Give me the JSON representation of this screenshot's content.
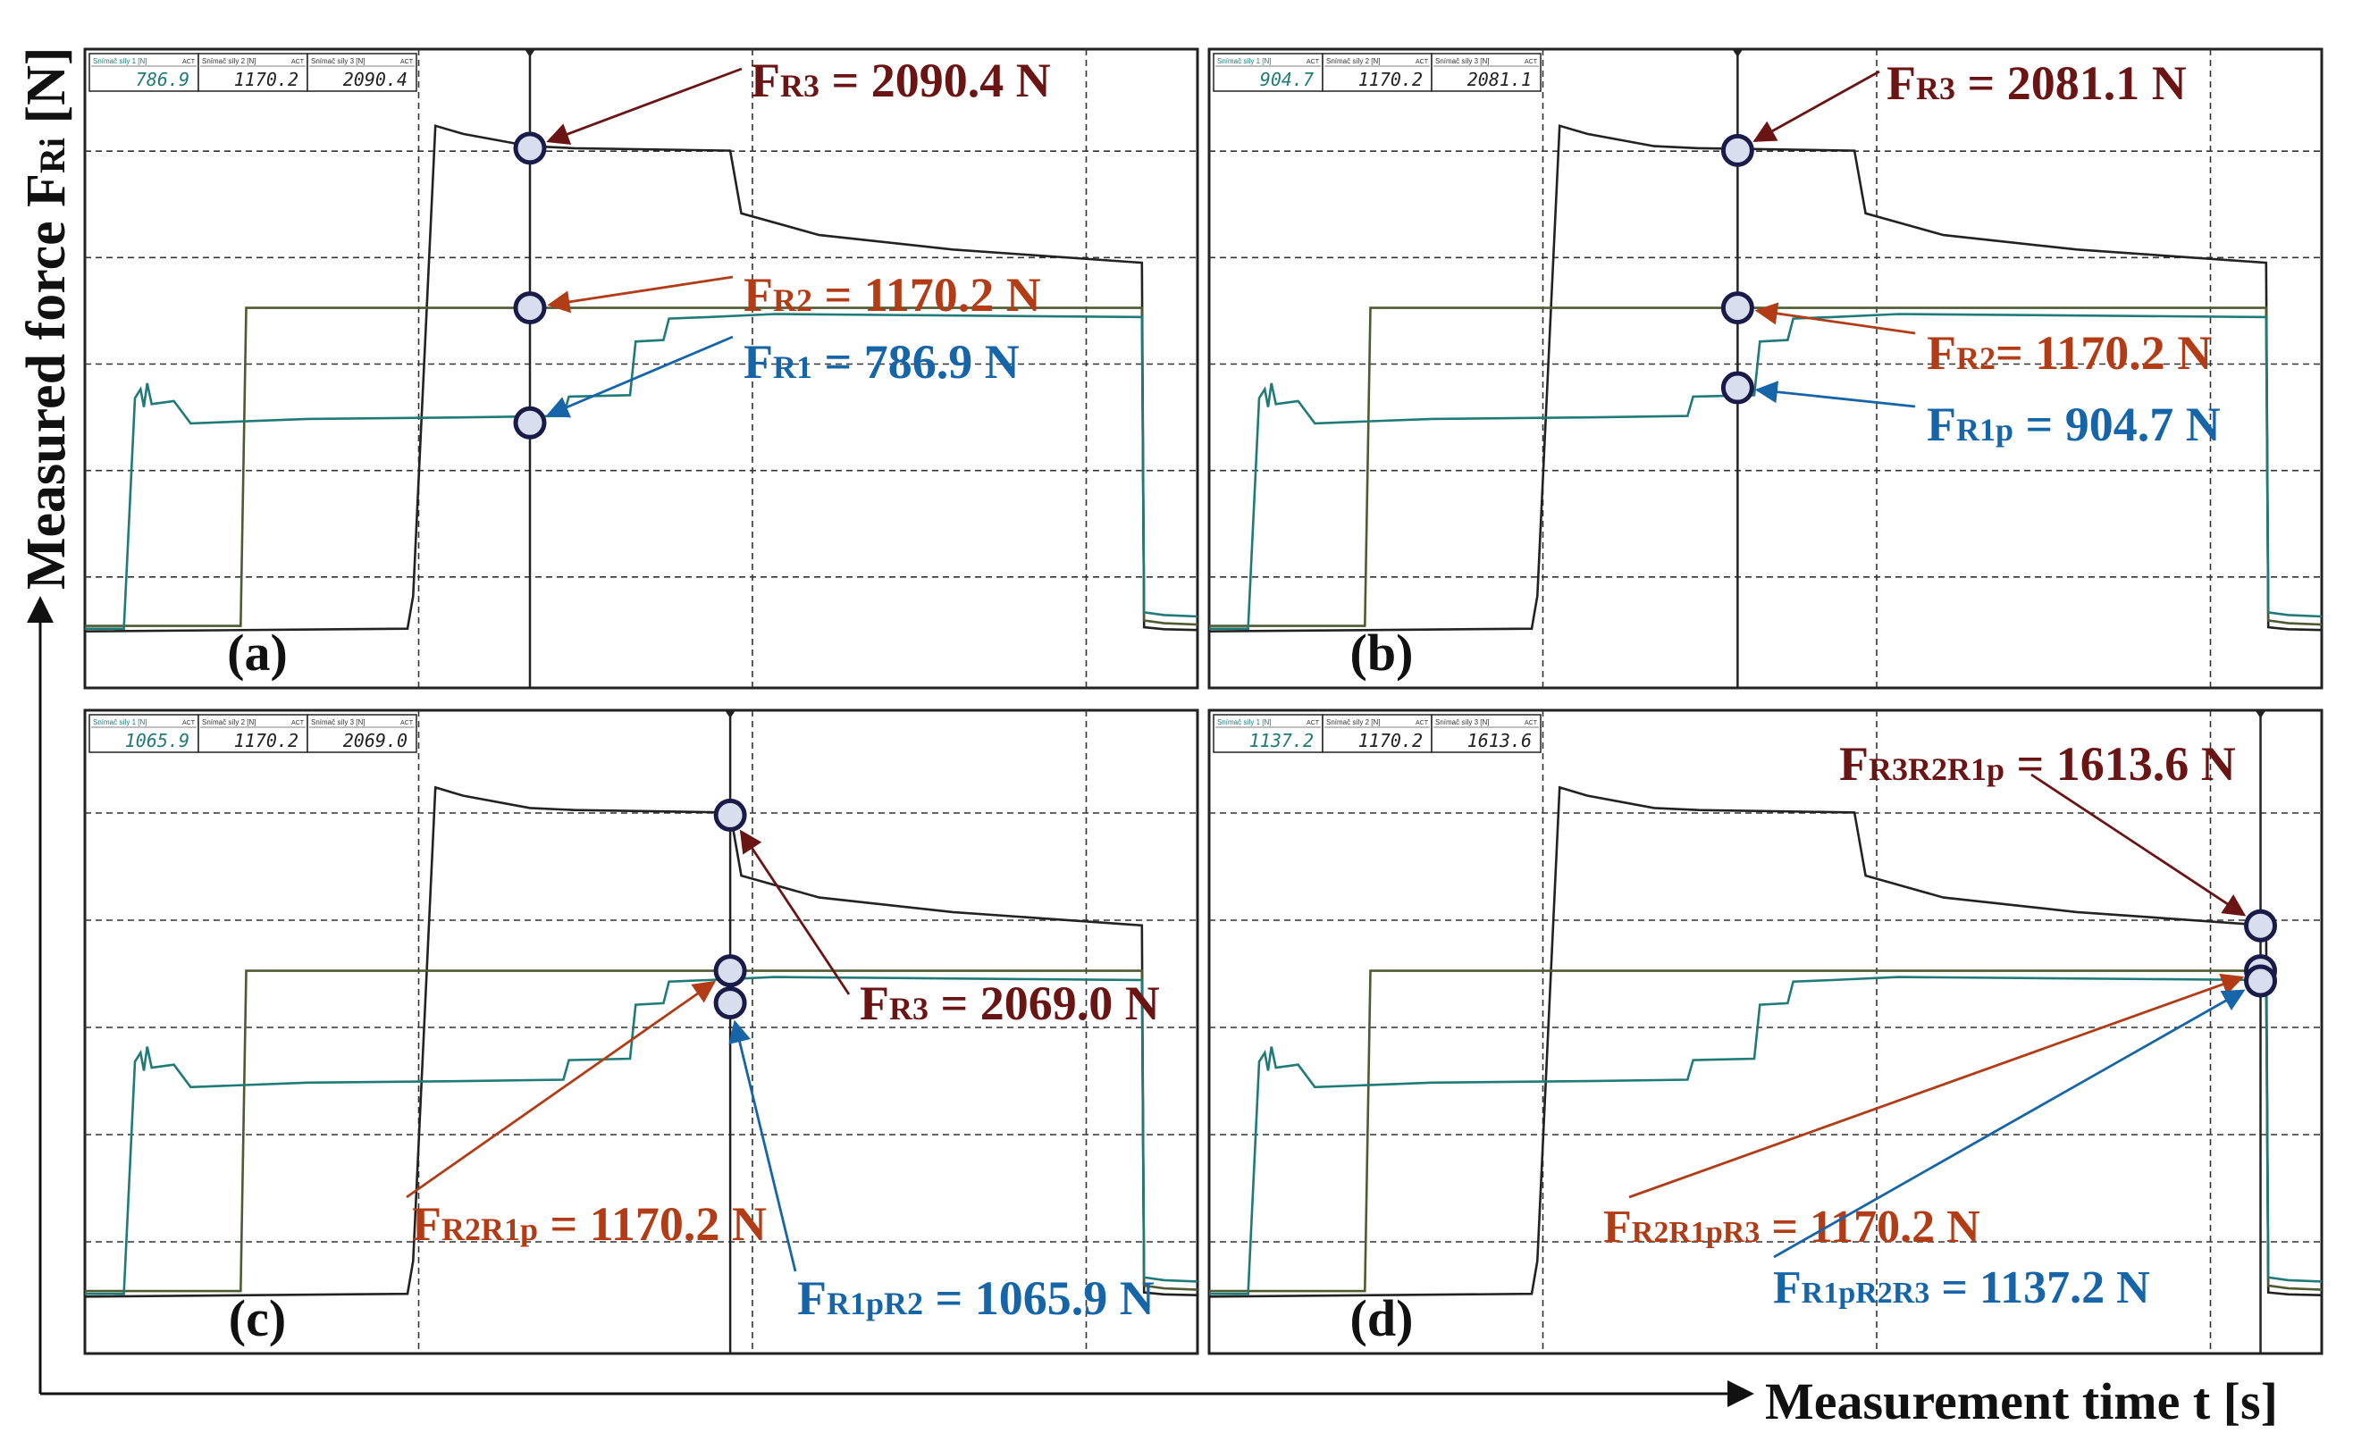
{
  "figure": {
    "y_axis_label": "Measured force F",
    "y_axis_label_sub": "Ri",
    "y_axis_unit": " [N]",
    "x_axis_label": "Measurement time t [s]"
  },
  "colors": {
    "r3": "#6b1414",
    "r2": "#b23c16",
    "r1": "#1565a8",
    "trace_r1": "#1f7a78",
    "trace_r2": "#4e5a30",
    "trace_r3": "#222222",
    "grid": "#333333"
  },
  "chart_data": [
    {
      "type": "line",
      "panel_label": "(a)",
      "header": {
        "labels": [
          "Snímač síly 1 [N]",
          "Snímač síly 2 [N]",
          "Snímač síly 3 [N]"
        ],
        "tags": [
          "ACT",
          "ACT",
          "ACT"
        ],
        "values": [
          "786.9",
          "1170.2",
          "2090.4"
        ]
      },
      "cursor": 0.4,
      "annotations": [
        {
          "main": "F",
          "sub": "R3",
          "text": " = 2090.4 N",
          "color": "r3"
        },
        {
          "main": "F",
          "sub": "R2",
          "text": " =  1170.2 N",
          "color": "r2"
        },
        {
          "main": "F",
          "sub": "R1",
          "text": " =  786.9 N",
          "color": "r1"
        }
      ],
      "markers": [
        {
          "series": "R3",
          "t": 0.4,
          "value": 2090.4
        },
        {
          "series": "R2",
          "t": 0.4,
          "value": 1170.2
        },
        {
          "series": "R1",
          "t": 0.4,
          "value": 786.9
        }
      ]
    },
    {
      "type": "line",
      "panel_label": "(b)",
      "header": {
        "labels": [
          "Snímač síly 1 [N]",
          "Snímač síly 2 [N]",
          "Snímač síly 3 [N]"
        ],
        "tags": [
          "ACT",
          "ACT",
          "ACT"
        ],
        "values": [
          "904.7",
          "1170.2",
          "2081.1"
        ]
      },
      "cursor": 0.475,
      "annotations": [
        {
          "main": "F",
          "sub": "R3",
          "text": " = 2081.1 N",
          "color": "r3"
        },
        {
          "main": "F",
          "sub": "R2",
          "text": "=  1170.2 N",
          "color": "r2"
        },
        {
          "main": "F",
          "sub": "R1p",
          "text": " =  904.7 N",
          "color": "r1"
        }
      ],
      "markers": [
        {
          "series": "R3",
          "t": 0.475,
          "value": 2081.1
        },
        {
          "series": "R2",
          "t": 0.475,
          "value": 1170.2
        },
        {
          "series": "R1",
          "t": 0.475,
          "value": 904.7
        }
      ]
    },
    {
      "type": "line",
      "panel_label": "(c)",
      "header": {
        "labels": [
          "Snímač síly 1 [N]",
          "Snímač síly 2 [N]",
          "Snímač síly 3 [N]"
        ],
        "tags": [
          "ACT",
          "ACT",
          "ACT"
        ],
        "values": [
          "1065.9",
          "1170.2",
          "2069.0"
        ]
      },
      "cursor": 0.58,
      "annotations": [
        {
          "main": "F",
          "sub": "R3",
          "text": " = 2069.0 N",
          "color": "r3"
        },
        {
          "main": "F",
          "sub": "R2R1p",
          "text": " = 1170.2 N",
          "color": "r2"
        },
        {
          "main": "F",
          "sub": "R1pR2",
          "text": " = 1065.9 N",
          "color": "r1"
        }
      ],
      "markers": [
        {
          "series": "R3",
          "t": 0.58,
          "value": 2069.0
        },
        {
          "series": "R2",
          "t": 0.58,
          "value": 1170.2
        },
        {
          "series": "R1",
          "t": 0.58,
          "value": 1065.9
        }
      ]
    },
    {
      "type": "line",
      "panel_label": "(d)",
      "header": {
        "labels": [
          "Snímač síly 1 [N]",
          "Snímač síly 2 [N]",
          "Snímač síly 3 [N]"
        ],
        "tags": [
          "ACT",
          "ACT",
          "ACT"
        ],
        "values": [
          "1137.2",
          "1170.2",
          "1613.6"
        ]
      },
      "cursor": 0.945,
      "annotations": [
        {
          "main": "F",
          "sub": "R3R2R1p",
          "text": " = 1613.6 N",
          "color": "r3"
        },
        {
          "main": "F",
          "sub": "R2R1pR3",
          "text": " = 1170.2 N",
          "color": "r2"
        },
        {
          "main": "F",
          "sub": "R1pR2R3",
          "text": " = 1137.2 N",
          "color": "r1"
        }
      ],
      "markers": [
        {
          "series": "R3",
          "t": 0.945,
          "value": 1613.6
        },
        {
          "series": "R2",
          "t": 0.945,
          "value": 1170.2
        },
        {
          "series": "R1",
          "t": 0.945,
          "value": 1137.2
        }
      ]
    }
  ]
}
